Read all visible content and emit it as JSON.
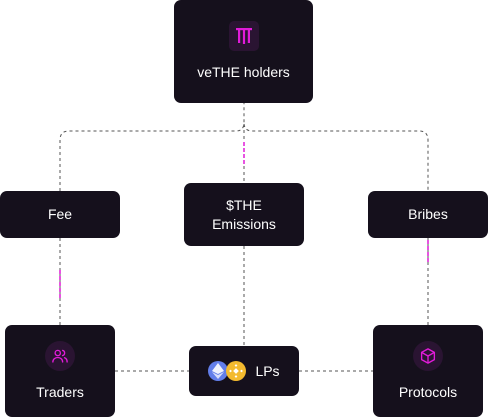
{
  "nodes": {
    "holders": {
      "label": "veTHE holders",
      "icon": "thena-logo-icon"
    },
    "fee": {
      "label": "Fee"
    },
    "emissions": {
      "label_line1": "$THE",
      "label_line2": "Emissions"
    },
    "bribes": {
      "label": "Bribes"
    },
    "traders": {
      "label": "Traders",
      "icon": "users-icon"
    },
    "lps": {
      "label": "LPs",
      "icons": [
        "ethereum-icon",
        "bnb-icon"
      ]
    },
    "protocols": {
      "label": "Protocols",
      "icon": "cube-icon"
    }
  },
  "colors": {
    "box": "#15101c",
    "accent": "#e11bd9",
    "connector": "#555555",
    "ethereum": "#627eea",
    "bnb": "#f3ba2f"
  }
}
